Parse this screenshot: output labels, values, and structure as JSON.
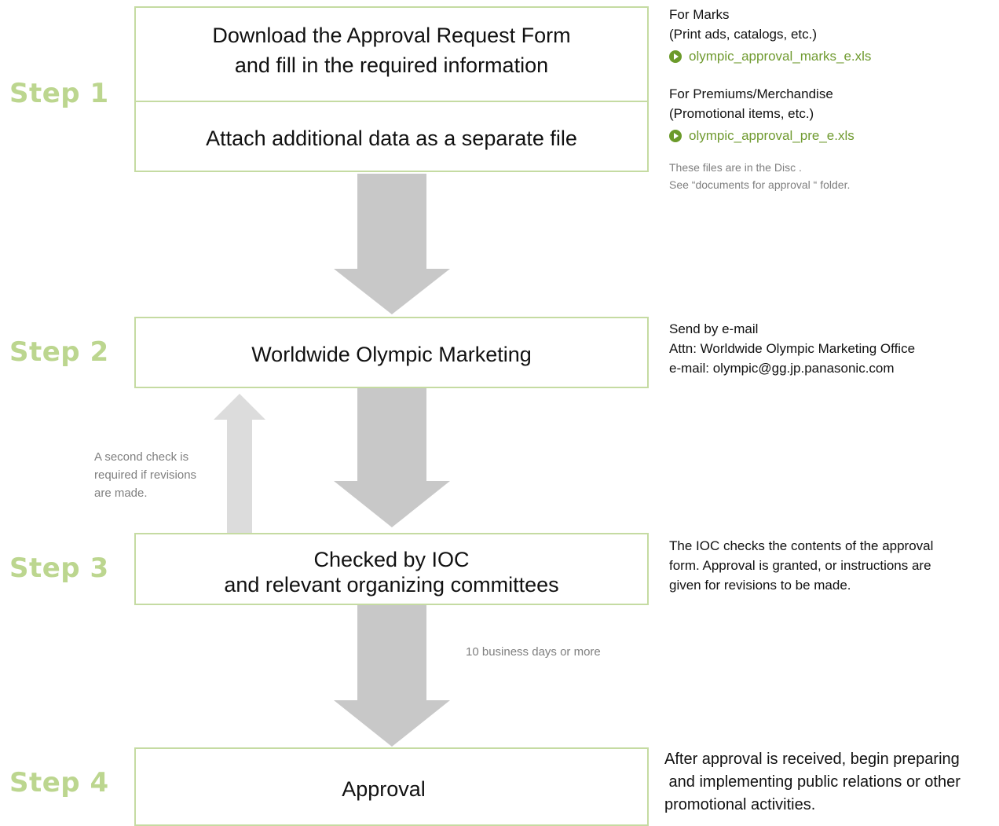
{
  "steps": [
    {
      "label": "Step 1"
    },
    {
      "label": "Step 2"
    },
    {
      "label": "Step 3"
    },
    {
      "label": "Step 4"
    }
  ],
  "boxes": {
    "step1_top": {
      "line1": "Download the Approval Request Form",
      "line2": "and fill in the required information"
    },
    "step1_bottom": "Attach additional data as a separate file",
    "step2": "Worldwide Olympic Marketing",
    "step3": {
      "line1": "Checked by IOC",
      "line2": "and relevant organizing committees"
    },
    "step4": "Approval"
  },
  "notes": {
    "marks": {
      "line1": "For Marks",
      "line2": "(Print ads, catalogs, etc.)",
      "link": "olympic_approval_marks_e.xls",
      "icon": "play-circle-icon"
    },
    "premiums": {
      "line1": "For Premiums/Merchandise",
      "line2": "(Promotional items, etc.)",
      "link": "olympic_approval_pre_e.xls",
      "icon": "play-circle-icon"
    },
    "disc": {
      "line1": "These files are in the Disc .",
      "line2": "See  “documents for  approval “ folder."
    },
    "send": {
      "line1": "Send by e-mail",
      "line2": "Attn: Worldwide Olympic Marketing Office",
      "line3": "e-mail: olympic@gg.jp.panasonic.com"
    },
    "second_check": {
      "line1": "A second check is",
      "line2": "required if revisions",
      "line3": "are made."
    },
    "ioc": {
      "line1": "The IOC checks the contents of the approval",
      "line2": "form. Approval is granted, or instructions are",
      "line3": "given for revisions to be made."
    },
    "business_days": "10 business days or more",
    "after": {
      "line1": "After approval is received, begin preparing",
      "line2": " and implementing public relations or other",
      "line3": "promotional activities."
    }
  },
  "colors": {
    "step_label": "#bcd68f",
    "box_border": "#c5dba2",
    "arrow": "#c8c8c8",
    "return_arrow": "#e0e0e0",
    "link": "#6f9a2f"
  }
}
